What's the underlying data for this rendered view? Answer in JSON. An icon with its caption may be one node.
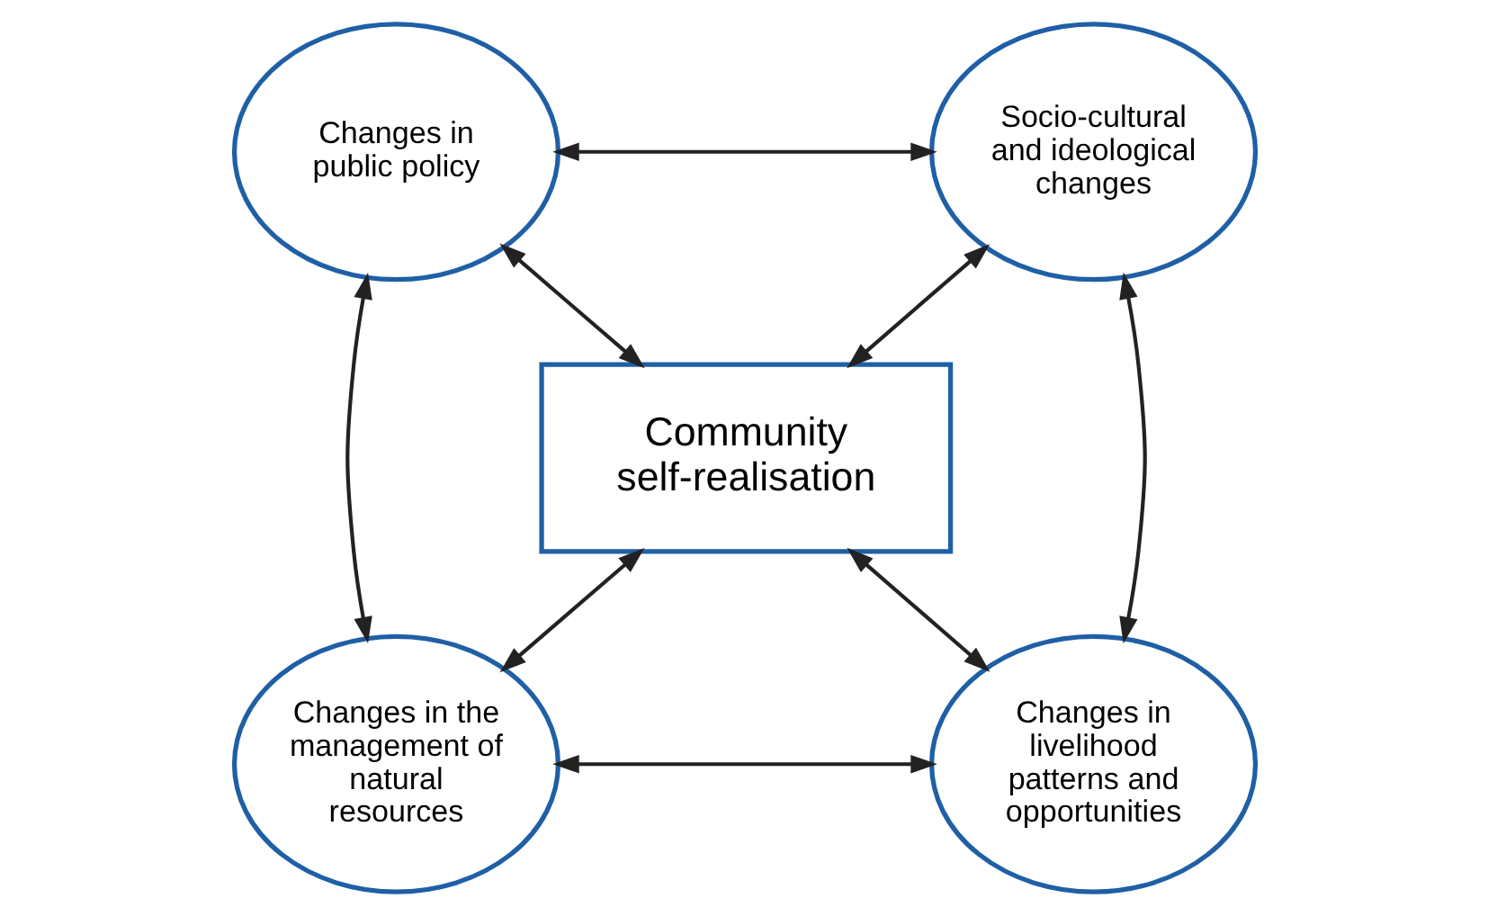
{
  "diagram": {
    "nodes": [
      {
        "text": [
          "Changes in public policy"
        ]
      },
      {
        "text": [
          "Socio-cultural and ideological changes"
        ]
      },
      {
        "text": [
          "Community self-realisation"
        ]
      },
      {
        "text": [
          "Changes in the management of natural resources"
        ]
      },
      {
        "text": [
          "Changes in livelihood patterns and opportunities"
        ]
      }
    ],
    "edges": [
      {
        "from": 0,
        "to": 1,
        "arrow": "both"
      },
      {
        "from": 0,
        "to": 2,
        "arrow": "both"
      },
      {
        "from": 2,
        "to": 1,
        "arrow": "both"
      },
      {
        "from": 0,
        "to": 3,
        "arrow": "both"
      },
      {
        "from": 1,
        "to": 4,
        "arrow": "both"
      },
      {
        "from": 3,
        "to": 2,
        "arrow": "both"
      },
      {
        "from": 2,
        "to": 4,
        "arrow": "both"
      },
      {
        "from": 3,
        "to": 4,
        "arrow": "both"
      }
    ]
  }
}
